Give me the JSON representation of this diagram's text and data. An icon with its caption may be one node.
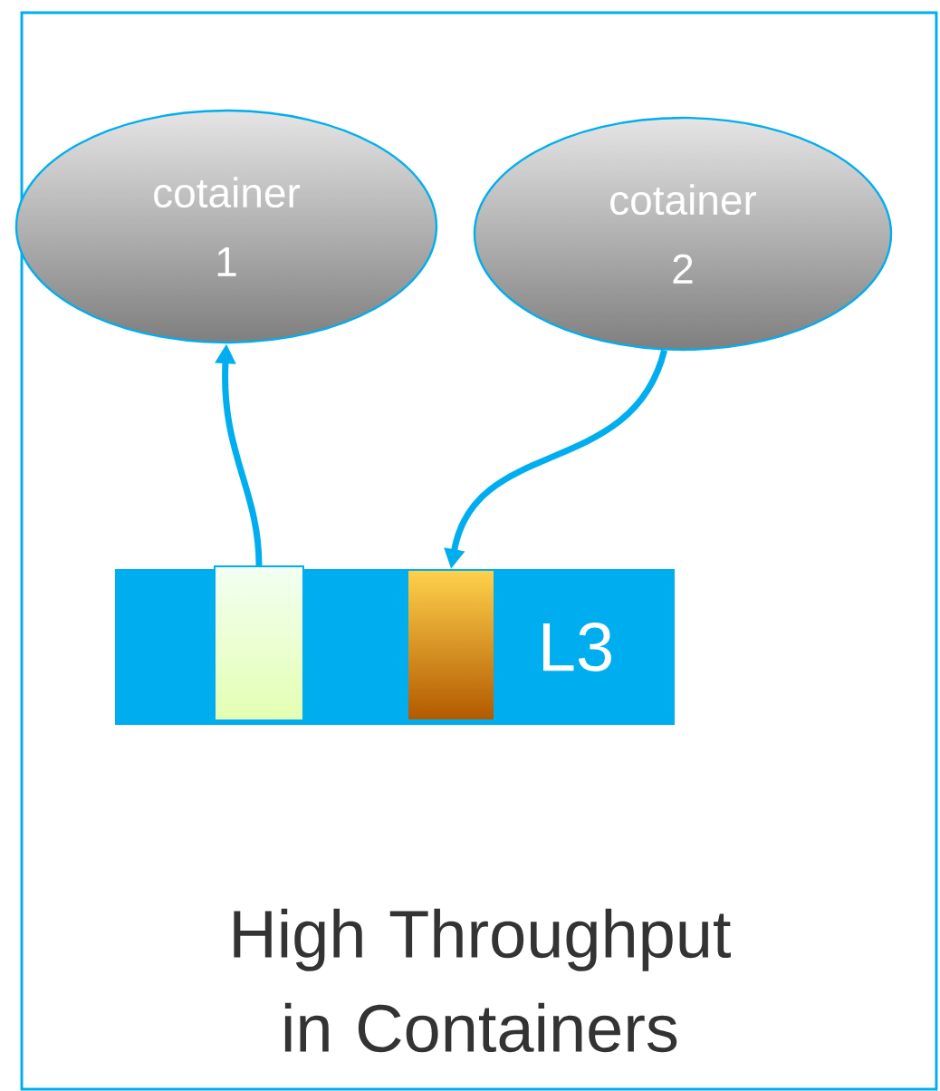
{
  "diagram": {
    "nodes": [
      {
        "text": [
          "High Throughput in Containers"
        ]
      },
      {
        "text": [
          "cotainer 1"
        ],
        "in": 0
      },
      {
        "text": [
          "cotainer 2"
        ],
        "in": 0
      },
      {
        "text": [
          "L3"
        ],
        "in": 0
      },
      {
        "text": [],
        "shape": "bar",
        "in": 3
      },
      {
        "text": [],
        "shape": "bar",
        "in": 3
      }
    ],
    "edges": [
      {
        "from": 4,
        "to": 1,
        "arrow": "to"
      },
      {
        "from": 2,
        "to": 5,
        "arrow": "to"
      }
    ]
  }
}
